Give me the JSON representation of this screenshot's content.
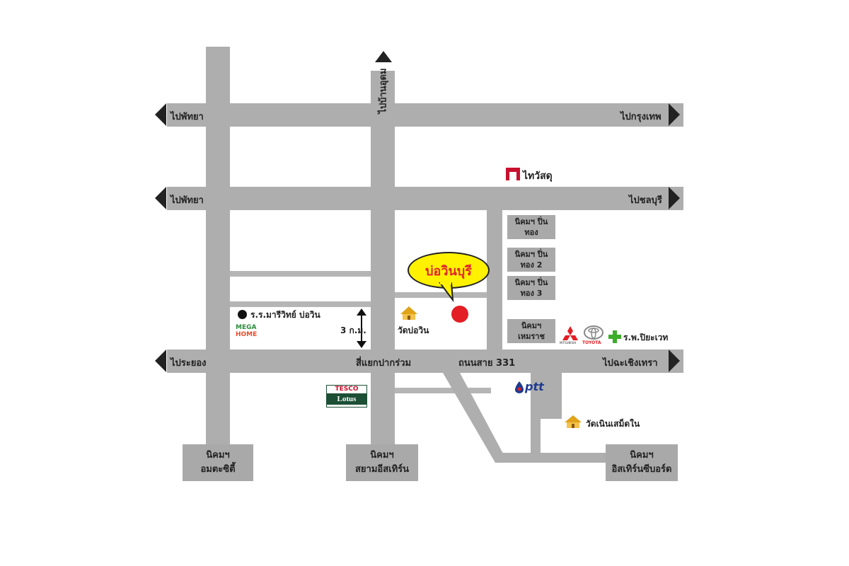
{
  "map": {
    "directions": {
      "pattaya_top": "ไปพัทยา",
      "bangkok": "ไปกรุงเทพ",
      "pattaya_mid": "ไปพัทยา",
      "chonburi": "ไปชลบุรี",
      "rayong": "ไประยอง",
      "chachoengsao": "ไปฉะเชิงเทรา",
      "bann_udom": "ไปบ้านอุดม"
    },
    "places": {
      "thaiwatsadu": "ไทวัสดุ",
      "bowinburi": "บ่อวินบุรี",
      "wat_bowin": "วัดบ่อวิน",
      "school": "ร.ร.มารีวิทย์ บ่อวิน",
      "distance": "3 ก.ม.",
      "intersection": "สี่แยกปากร่วม",
      "road_331": "ถนนสาย 331",
      "hospital": "ร.พ.ปิยะเวท",
      "wat_noen": "วัดเนินเสม็ดใน"
    },
    "estates": {
      "pinthong_1": "นิคมฯ ปิ่นทอง",
      "pinthong_2": "นิคมฯ ปิ่นทอง 2",
      "pinthong_3": "นิคมฯ ปิ่นทอง 3",
      "hemaraj": "นิคมฯ เหมราช",
      "amata_1": "นิคมฯ",
      "amata_2": "อมตะซิตี้",
      "siam_1": "นิคมฯ",
      "siam_2": "สยามอีสเทิร์น",
      "eastern_1": "นิคมฯ",
      "eastern_2": "อิสเทิร์นซีบอร์ด"
    },
    "logos": {
      "mega_1": "MEGA",
      "mega_2": "HOME",
      "tesco": "TESCO",
      "lotus": "Lotus",
      "ptt": "ptt",
      "mitsubishi": "MITSUBISHI",
      "toyota": "TOYOTA"
    },
    "colors": {
      "road": "#aeaeae",
      "marker": "#e31e24",
      "bubble": "#fff200",
      "bubble_text": "#e0242f",
      "cross": "#3dae2b"
    }
  }
}
